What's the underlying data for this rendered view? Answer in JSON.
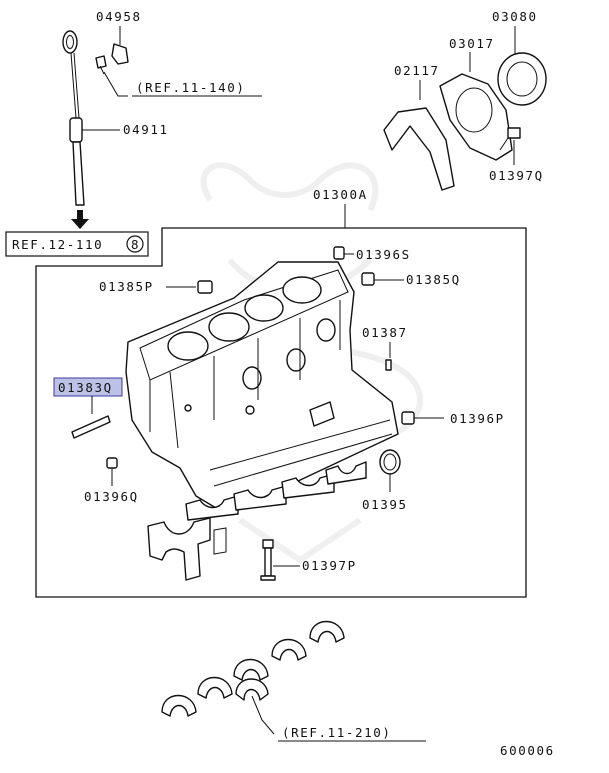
{
  "parts": [
    {
      "id": "p04958",
      "label": "04958"
    },
    {
      "id": "p03080",
      "label": "03080"
    },
    {
      "id": "p03017",
      "label": "03017"
    },
    {
      "id": "p02117",
      "label": "02117"
    },
    {
      "id": "p04911",
      "label": "04911"
    },
    {
      "id": "p01397q",
      "label": "01397Q"
    },
    {
      "id": "p01300a",
      "label": "01300A"
    },
    {
      "id": "p01396s",
      "label": "01396S"
    },
    {
      "id": "p01385p",
      "label": "01385P"
    },
    {
      "id": "p01385q",
      "label": "01385Q"
    },
    {
      "id": "p01387",
      "label": "01387"
    },
    {
      "id": "p01383q",
      "label": "01383Q"
    },
    {
      "id": "p01396p",
      "label": "01396P"
    },
    {
      "id": "p01396q",
      "label": "01396Q"
    },
    {
      "id": "p01395",
      "label": "01395"
    },
    {
      "id": "p01397p",
      "label": "01397P"
    }
  ],
  "refs": {
    "ref_11_140": "(REF.11-140)",
    "ref_12_110": "REF.12-110",
    "ref_12_110_badge": "8",
    "ref_11_210": "(REF.11-210)"
  },
  "diagram_id": "600006",
  "highlight_color": "#bcc2e6"
}
